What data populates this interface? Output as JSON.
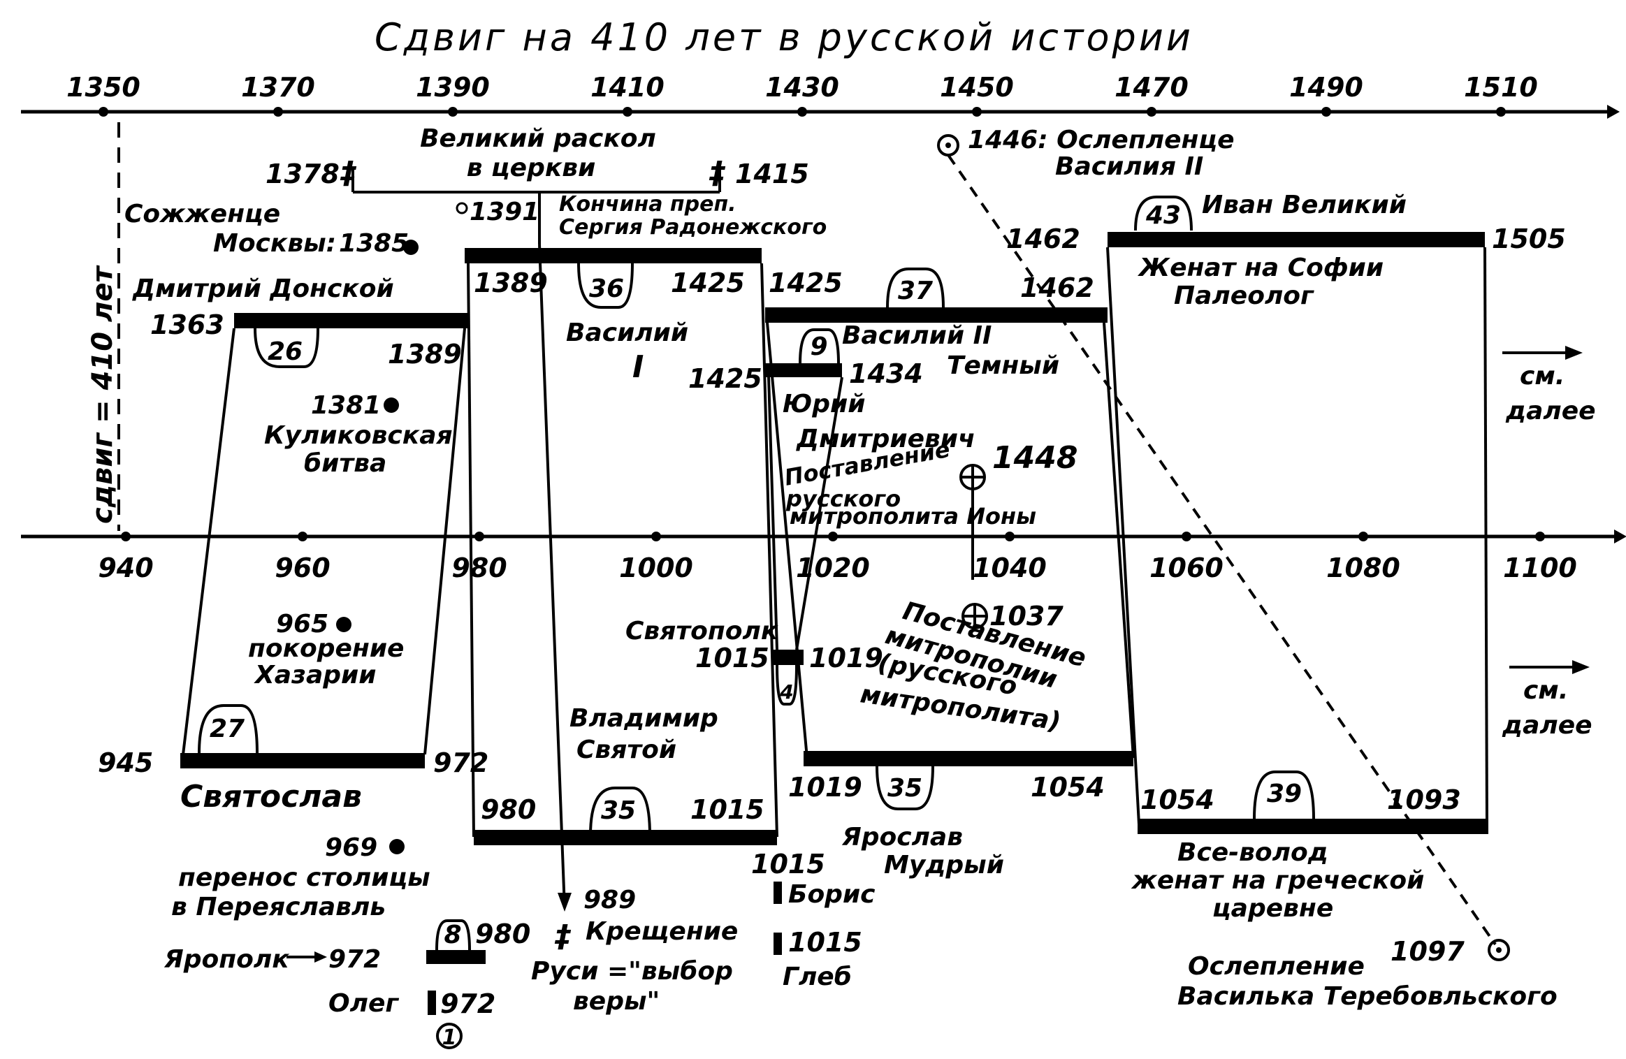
{
  "title": "Сдвиг на 410 лет в русской истории",
  "shift_label": "сдвиг = 410 лет",
  "axis_top": {
    "ticks": [
      "1350",
      "1370",
      "1390",
      "1410",
      "1430",
      "1450",
      "1470",
      "1490",
      "1510"
    ]
  },
  "axis_bottom": {
    "ticks": [
      "940",
      "960",
      "980",
      "1000",
      "1020",
      "1040",
      "1060",
      "1080",
      "1100"
    ]
  },
  "see_further": [
    "см.",
    "далее"
  ],
  "top": {
    "schism_title": [
      "Великий раскол",
      "в церкви"
    ],
    "schism_start": "1378",
    "schism_end": "1415",
    "sergius": {
      "year": "1391",
      "text": [
        "Кончина преп.",
        "Сергия Радонежского"
      ]
    },
    "moscow_burn": {
      "text": [
        "Сожженце",
        "Москвы:"
      ],
      "year": "1385"
    },
    "blinding_vasily": {
      "text": [
        "1446: Ослепленце",
        "Василия II"
      ]
    },
    "dmitry": {
      "name": "Дмитрий Донской",
      "start": "1363",
      "end": "1389",
      "len": "26"
    },
    "kulikovo": {
      "year": "1381",
      "text": [
        "Куликовская",
        "битва"
      ]
    },
    "vasily1": {
      "start": "1389",
      "end": "1425",
      "len": "36",
      "name": [
        "Василий",
        "I"
      ]
    },
    "yuri": {
      "start": "1425",
      "end": "1434",
      "len": "9",
      "name": [
        "Юрий",
        "Дмитриевич"
      ]
    },
    "vasily2": {
      "start": "1425",
      "end": "1462",
      "len": "37",
      "name": [
        "Василий II",
        "Темный"
      ]
    },
    "iona": {
      "year": "1448",
      "text": [
        "Поставление",
        "русского",
        "митрополита Ионы"
      ]
    },
    "ivan": {
      "start": "1462",
      "end": "1505",
      "len": "43",
      "name": "Иван Великий",
      "wife": [
        "Женат на Софии",
        "Палеолог"
      ]
    }
  },
  "bottom": {
    "khazaria": {
      "year": "965",
      "text": [
        "покорение",
        "Хазарии"
      ]
    },
    "svyatoslav": {
      "name": "Святослав",
      "start": "945",
      "end": "972",
      "len": "27"
    },
    "capital": {
      "year": "969",
      "text": [
        "перенос столицы",
        "в Переяславль"
      ]
    },
    "yaropolk": {
      "name": "Ярополк",
      "start": "972",
      "end": "980",
      "len": "8"
    },
    "oleg": {
      "name": "Олег",
      "year": "972",
      "len": "1"
    },
    "vladimir": {
      "name": [
        "Владимир",
        "Святой"
      ],
      "start": "980",
      "end": "1015",
      "len": "35"
    },
    "baptism": {
      "year": "989",
      "text": [
        "Крещение",
        "Руси =\"выбор",
        "веры\""
      ]
    },
    "svyatopolk": {
      "name": "Святополк",
      "start": "1015",
      "end": "1019",
      "len": "4"
    },
    "boris": {
      "year": "1015",
      "name": "Борис"
    },
    "gleb": {
      "year": "1015",
      "name": "Глеб"
    },
    "yaroslav": {
      "name": [
        "Ярослав",
        "Мудрый"
      ],
      "start": "1019",
      "end": "1054",
      "len": "35"
    },
    "metropolitan": {
      "year": "1037",
      "text": [
        "Поставление",
        "митрополии",
        "(русского",
        "митрополита)"
      ]
    },
    "vsevolod": {
      "start": "1054",
      "end": "1093",
      "len": "39",
      "text": [
        "Все-волод",
        "женат на греческой",
        "царевне"
      ]
    },
    "vasilko": {
      "year": "1097",
      "text": [
        "Ослепление",
        "Василька Теребовльского"
      ]
    }
  }
}
